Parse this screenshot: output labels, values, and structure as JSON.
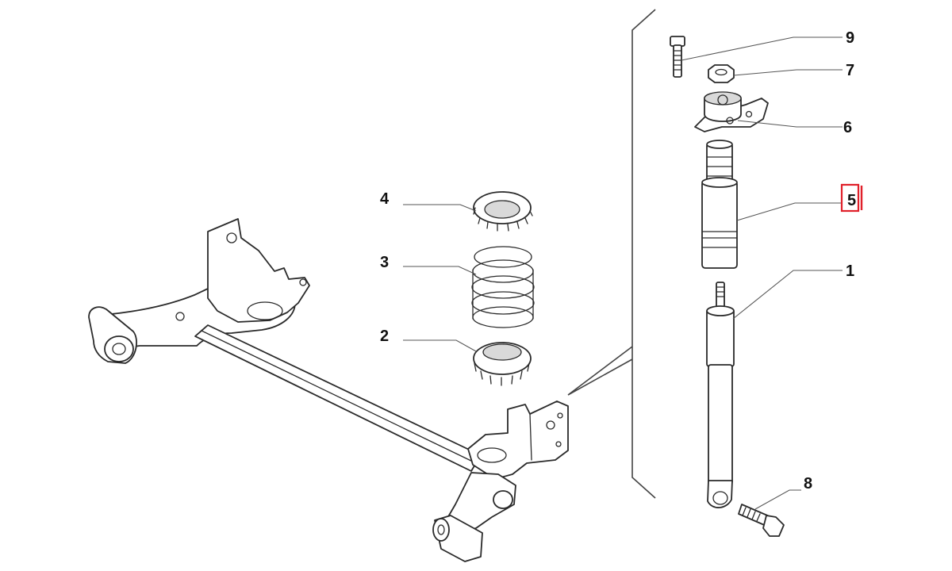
{
  "diagram": {
    "callouts": {
      "c1": "1",
      "c2": "2",
      "c3": "3",
      "c4": "4",
      "c5": "5",
      "c6": "6",
      "c7": "7",
      "c8": "8",
      "c9": "9"
    },
    "selected_callout": "5",
    "highlight_color": "#e0202a",
    "line_color": "#2a2a2a"
  }
}
